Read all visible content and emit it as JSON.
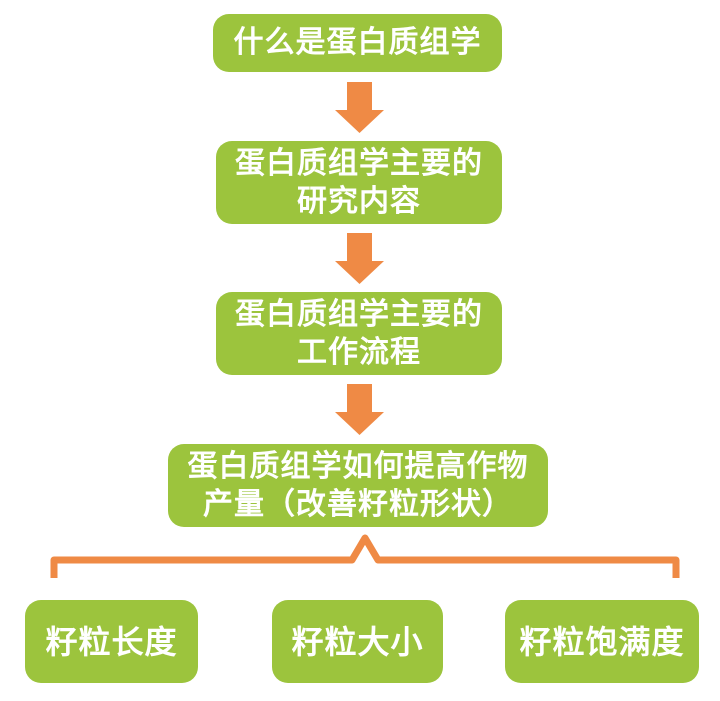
{
  "colors": {
    "box": "#9cc43d",
    "arrow": "#ef8a45",
    "text": "#ffffff"
  },
  "nodes": {
    "n1": "什么是蛋白质组学",
    "n2": [
      "蛋白质组学主要的",
      "研究内容"
    ],
    "n3": [
      "蛋白质组学主要的",
      "工作流程"
    ],
    "n4": [
      "蛋白质组学如何提高作物",
      "产量（改善籽粒形状）"
    ],
    "leaves": [
      "籽粒长度",
      "籽粒大小",
      "籽粒饱满度"
    ]
  }
}
